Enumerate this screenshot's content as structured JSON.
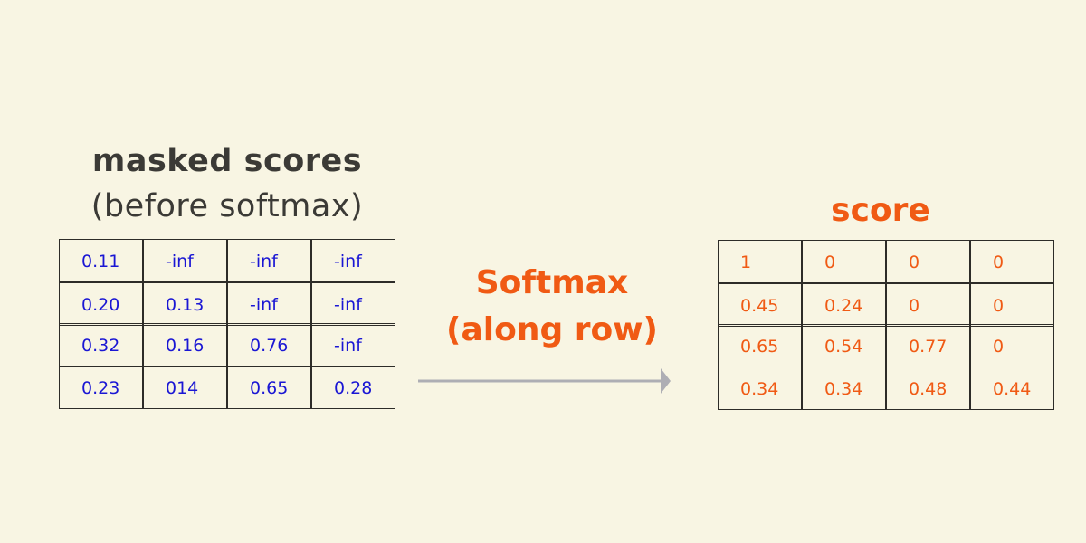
{
  "left": {
    "title_line1": "masked scores",
    "title_line2": "(before softmax)",
    "rows": [
      [
        "0.11",
        "-inf",
        "-inf",
        "-inf"
      ],
      [
        "0.20",
        "0.13",
        "-inf",
        "-inf"
      ],
      [
        "0.32",
        "0.16",
        "0.76",
        "-inf"
      ],
      [
        "0.23",
        "014",
        "0.65",
        "0.28"
      ]
    ],
    "text_color": "#1a16d4"
  },
  "operation": {
    "label_line1": "Softmax",
    "label_line2": "(along row)",
    "color": "#f05a14"
  },
  "right": {
    "title": "score",
    "rows": [
      [
        "1",
        "0",
        "0",
        "0"
      ],
      [
        "0.45",
        "0.24",
        "0",
        "0"
      ],
      [
        "0.65",
        "0.54",
        "0.77",
        "0"
      ],
      [
        "0.34",
        "0.34",
        "0.48",
        "0.44"
      ]
    ],
    "text_color": "#f05a14"
  },
  "colors": {
    "background": "#f8f5e3",
    "arrow": "#aeaeb4"
  }
}
